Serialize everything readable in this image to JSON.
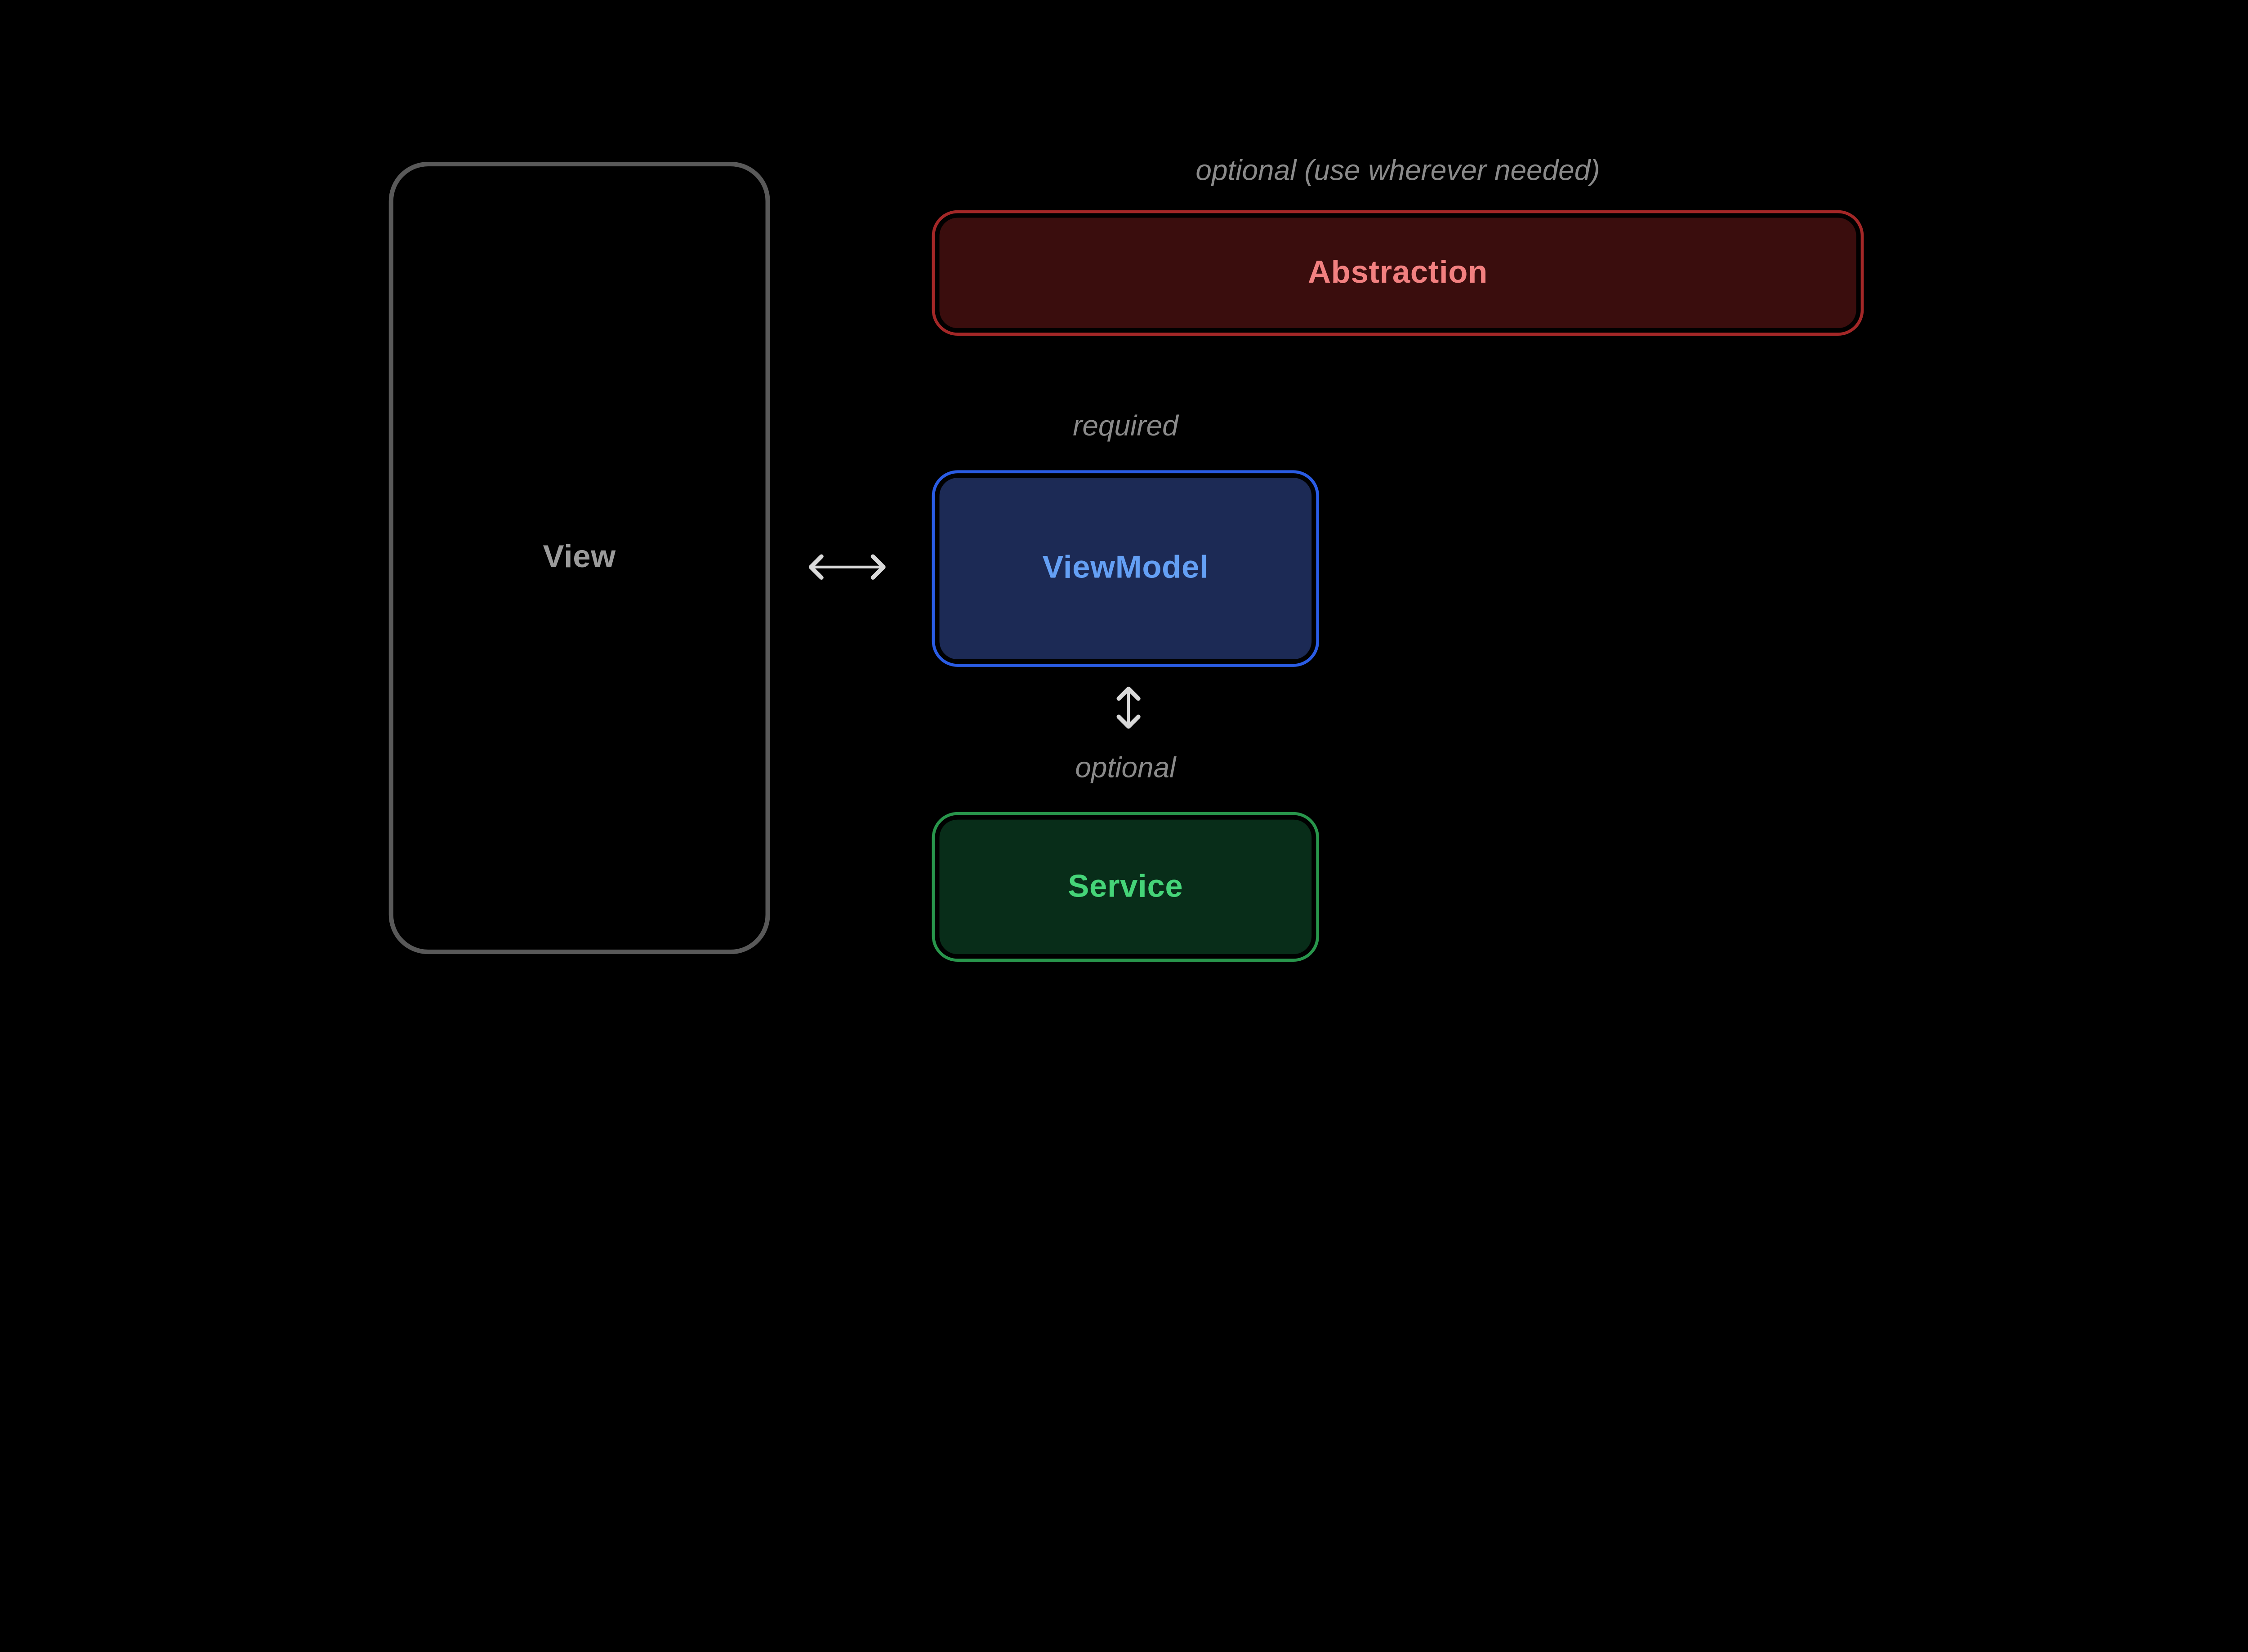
{
  "diagram": {
    "background": "#000000",
    "annotation_color": "#8a8a8a",
    "arrow_color": "#d9d9d9",
    "view": {
      "label": "View",
      "border_color": "#595959",
      "fill_color": "#000000",
      "text_color": "#9b9b9b"
    },
    "abstraction": {
      "label": "Abstraction",
      "annotation": "optional (use wherever needed)",
      "border_color": "#a32727",
      "fill_color": "#3a0d0d",
      "text_color": "#f28080"
    },
    "viewmodel": {
      "label": "ViewModel",
      "annotation": "required",
      "border_color": "#2a5ce4",
      "fill_color": "#1c2a55",
      "text_color": "#64a0f5"
    },
    "service": {
      "label": "Service",
      "annotation": "optional",
      "border_color": "#28954b",
      "fill_color": "#082d19",
      "text_color": "#45d478"
    }
  }
}
